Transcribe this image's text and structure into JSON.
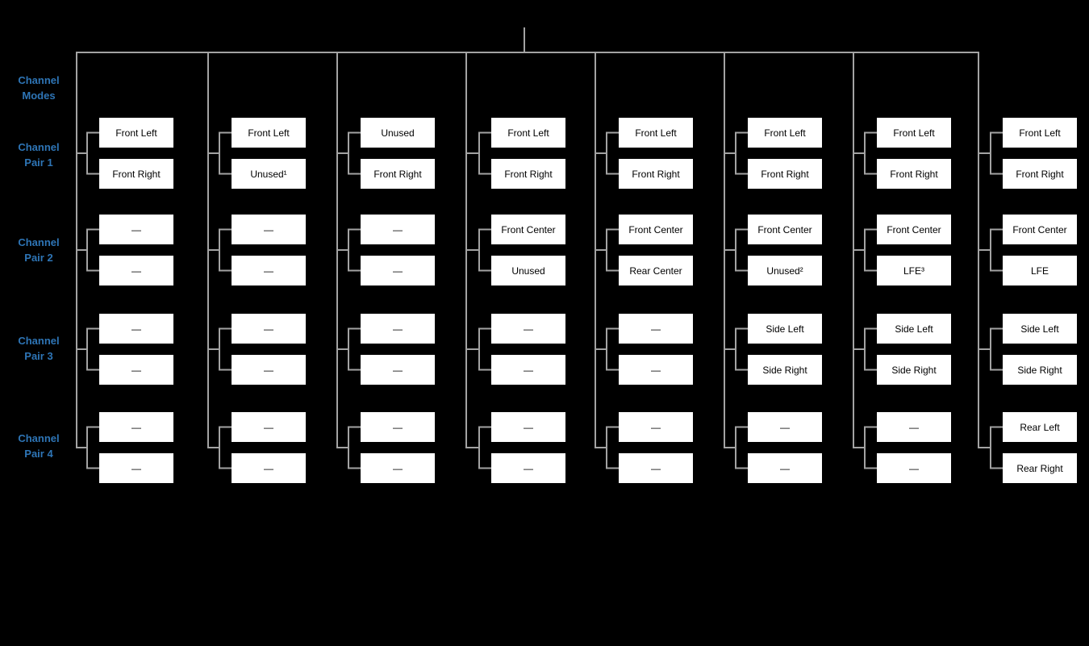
{
  "colors": {
    "background": "#000000",
    "label_blue": "#2e75b6",
    "line_gray": "#a3a3a3",
    "box_background": "#ffffff",
    "box_text": "#000000"
  },
  "labels": {
    "channel_modes": "Channel\nModes",
    "pair1": "Channel\nPair 1",
    "pair2": "Channel\nPair 2",
    "pair3": "Channel\nPair 3",
    "pair4": "Channel\nPair 4"
  },
  "columns": [
    {
      "pairs": [
        [
          "Front Left",
          "Front Right"
        ],
        [
          "—",
          "—"
        ],
        [
          "—",
          "—"
        ],
        [
          "—",
          "—"
        ]
      ]
    },
    {
      "pairs": [
        [
          "Front Left",
          "Unused¹"
        ],
        [
          "—",
          "—"
        ],
        [
          "—",
          "—"
        ],
        [
          "—",
          "—"
        ]
      ]
    },
    {
      "pairs": [
        [
          "Unused",
          "Front Right"
        ],
        [
          "—",
          "—"
        ],
        [
          "—",
          "—"
        ],
        [
          "—",
          "—"
        ]
      ]
    },
    {
      "pairs": [
        [
          "Front Left",
          "Front Right"
        ],
        [
          "Front Center",
          "Unused"
        ],
        [
          "—",
          "—"
        ],
        [
          "—",
          "—"
        ]
      ]
    },
    {
      "pairs": [
        [
          "Front Left",
          "Front Right"
        ],
        [
          "Front Center",
          "Rear Center"
        ],
        [
          "—",
          "—"
        ],
        [
          "—",
          "—"
        ]
      ]
    },
    {
      "pairs": [
        [
          "Front Left",
          "Front Right"
        ],
        [
          "Front Center",
          "Unused²"
        ],
        [
          "Side Left",
          "Side Right"
        ],
        [
          "—",
          "—"
        ]
      ]
    },
    {
      "pairs": [
        [
          "Front Left",
          "Front Right"
        ],
        [
          "Front Center",
          "LFE³"
        ],
        [
          "Side Left",
          "Side Right"
        ],
        [
          "—",
          "—"
        ]
      ]
    },
    {
      "pairs": [
        [
          "Front Left",
          "Front Right"
        ],
        [
          "Front Center",
          "LFE"
        ],
        [
          "Side Left",
          "Side Right"
        ],
        [
          "Rear Left",
          "Rear Right"
        ]
      ]
    }
  ]
}
